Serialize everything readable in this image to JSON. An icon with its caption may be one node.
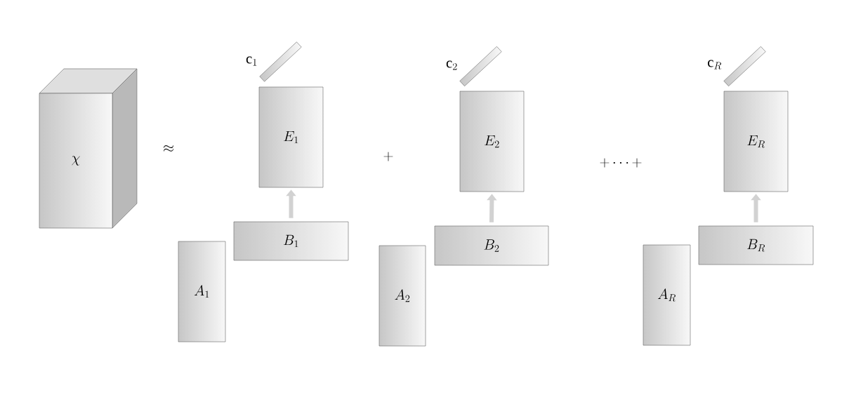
{
  "diagram": {
    "nodes": [
      {
        "text": [
          "\\chi"
        ]
      },
      {
        "text": [],
        "shape": "bar",
        "beside": [
          "\\mathrm{c}_1"
        ]
      },
      {
        "text": [
          "E_1"
        ]
      },
      {
        "text": [
          "B_1"
        ]
      },
      {
        "text": [
          "A_1"
        ]
      },
      {
        "text": [],
        "shape": "bar",
        "beside": [
          "\\mathrm{c}_2"
        ]
      },
      {
        "text": [
          "E_2"
        ]
      },
      {
        "text": [
          "B_2"
        ]
      },
      {
        "text": [
          "A_2"
        ]
      },
      {
        "text": [],
        "shape": "bar",
        "beside": [
          "\\mathrm{c}_R"
        ]
      },
      {
        "text": [
          "E_R"
        ]
      },
      {
        "text": [
          "B_R"
        ]
      },
      {
        "text": [
          "A_R"
        ]
      }
    ],
    "edges": [
      {
        "from": 3,
        "to": 2,
        "arrow": "to"
      },
      {
        "from": 7,
        "to": 6,
        "arrow": "to"
      },
      {
        "from": 11,
        "to": 10,
        "arrow": "to"
      }
    ],
    "labels": [
      "\\approx",
      "+",
      "+\\cdots+"
    ]
  }
}
